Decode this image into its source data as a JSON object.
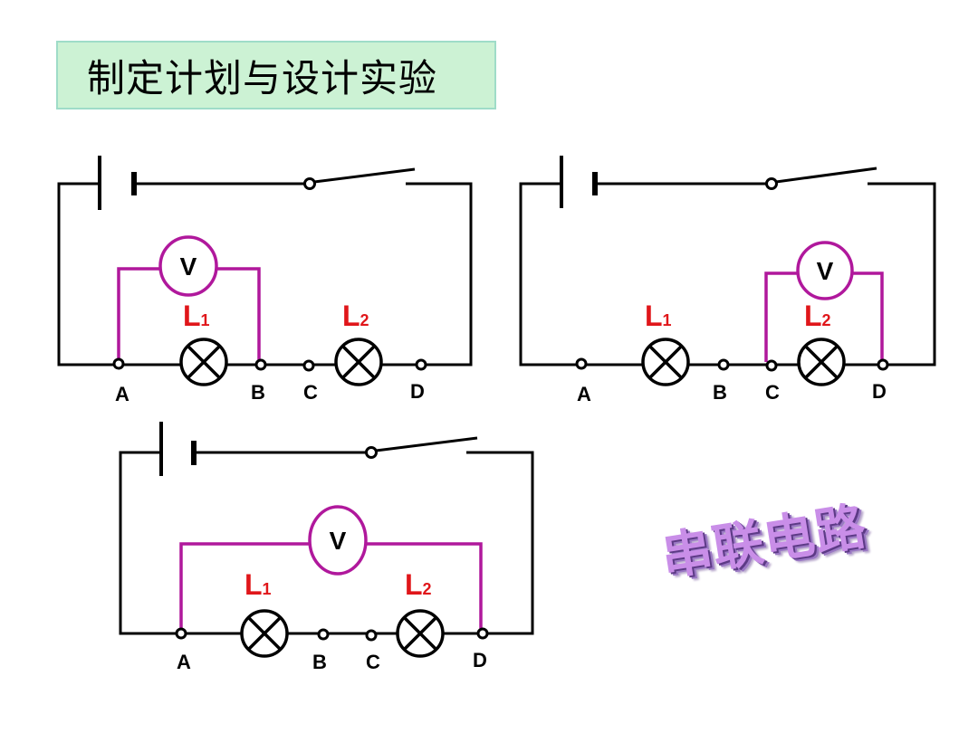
{
  "title": "制定计划与设计实验",
  "wordart": "串联电路",
  "colors": {
    "title_bg": "#ccf2d4",
    "voltmeter": "#b0189c",
    "lamp_label": "#e0161a",
    "wordart": "#c98ee8"
  },
  "voltmeter_label": "V",
  "lamp_labels": {
    "l1": "L",
    "l1_sub": "1",
    "l2": "L",
    "l2_sub": "2"
  },
  "points": {
    "a": "A",
    "b": "B",
    "c": "C",
    "d": "D"
  },
  "circuits": [
    {
      "name": "circuit-1",
      "voltmeter_across": "A-B"
    },
    {
      "name": "circuit-2",
      "voltmeter_across": "C-D"
    },
    {
      "name": "circuit-3",
      "voltmeter_across": "A-D"
    }
  ]
}
